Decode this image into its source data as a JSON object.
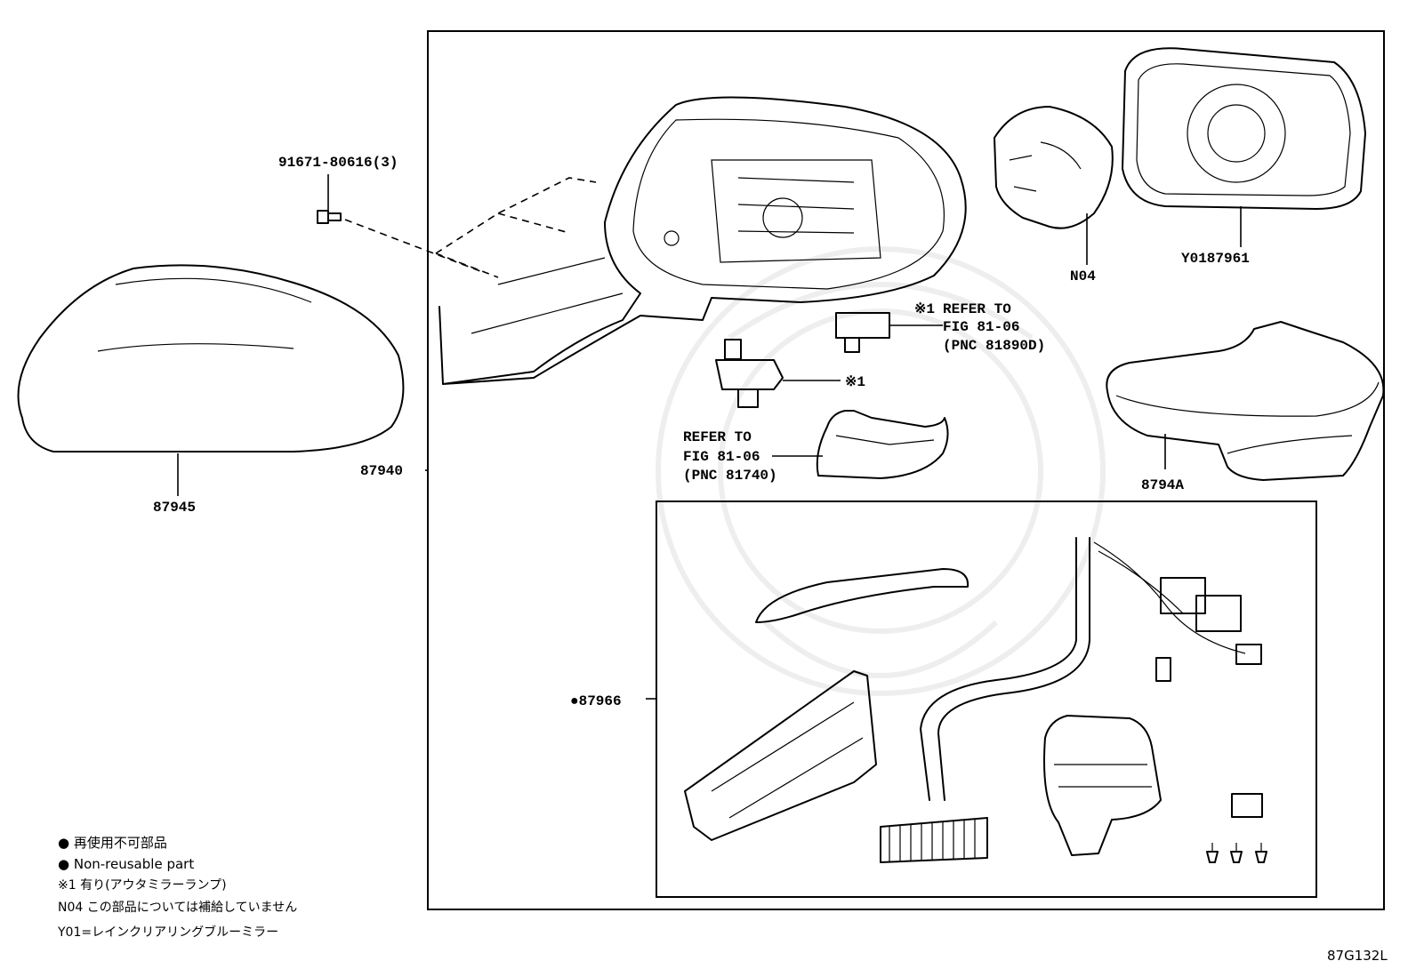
{
  "labels": {
    "bolt": "91671-80616(3)",
    "cover": "87945",
    "mirror_assy": "87940",
    "motor": "N04",
    "glass": "Y0187961",
    "lamp_cover": "8794A",
    "wire_set": "●87966",
    "note_mark": "※1",
    "refer_1_title": "REFER TO",
    "refer_1_fig": "FIG 81-06",
    "refer_1_pnc": "(PNC 81890D)",
    "refer_2_title": "REFER TO",
    "refer_2_fig": "FIG 81-06",
    "refer_2_pnc": "(PNC 81740)",
    "diagram_code": "87G132L"
  },
  "legend": [
    "● 再使用不可部品",
    "● Non-reusable part",
    "※1 有り(アウタミラーランプ)",
    "N04 この部品については補給していません",
    "Y01=レインクリアリングブルーミラー"
  ]
}
